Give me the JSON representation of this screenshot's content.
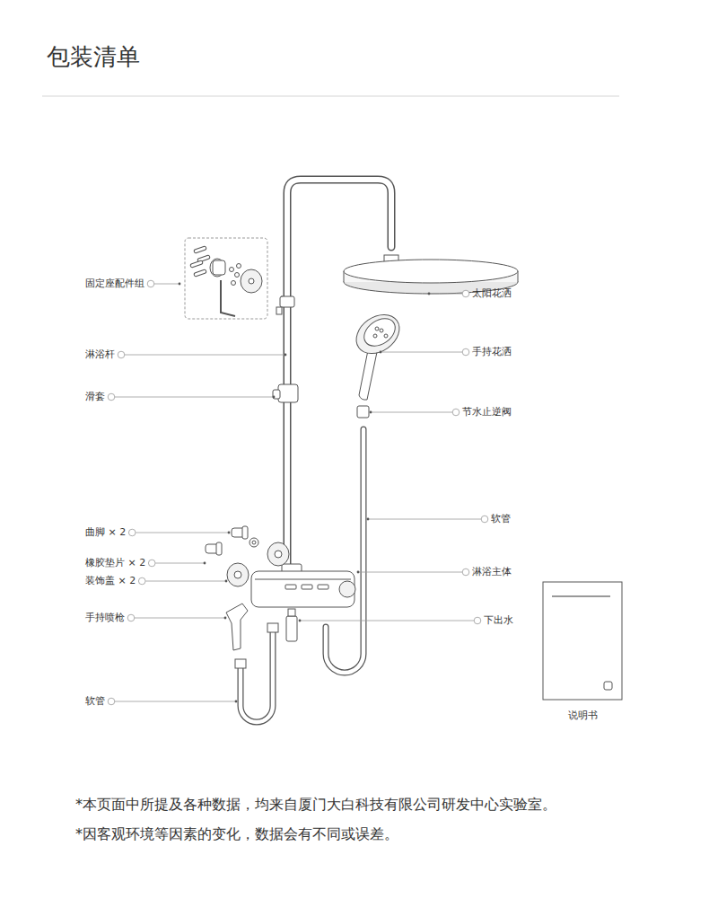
{
  "diagram": {
    "title": "包装清单",
    "labels": [
      "固定座配件组",
      "淋浴杆",
      "滑套",
      "曲脚 × 2",
      "橡胶垫片 × 2",
      "装饰盖 × 2",
      "手持喷枪",
      "软管",
      "太阳花洒",
      "手持花洒",
      "节水止逆阀",
      "软管",
      "淋浴主体",
      "下出水",
      "说明书",
      "*本页面中所提及各种数据，均来自厦门大白科技有限公司研发中心实验室。",
      "*因客观环境等因素的变化，数据会有不同或误差。"
    ]
  }
}
